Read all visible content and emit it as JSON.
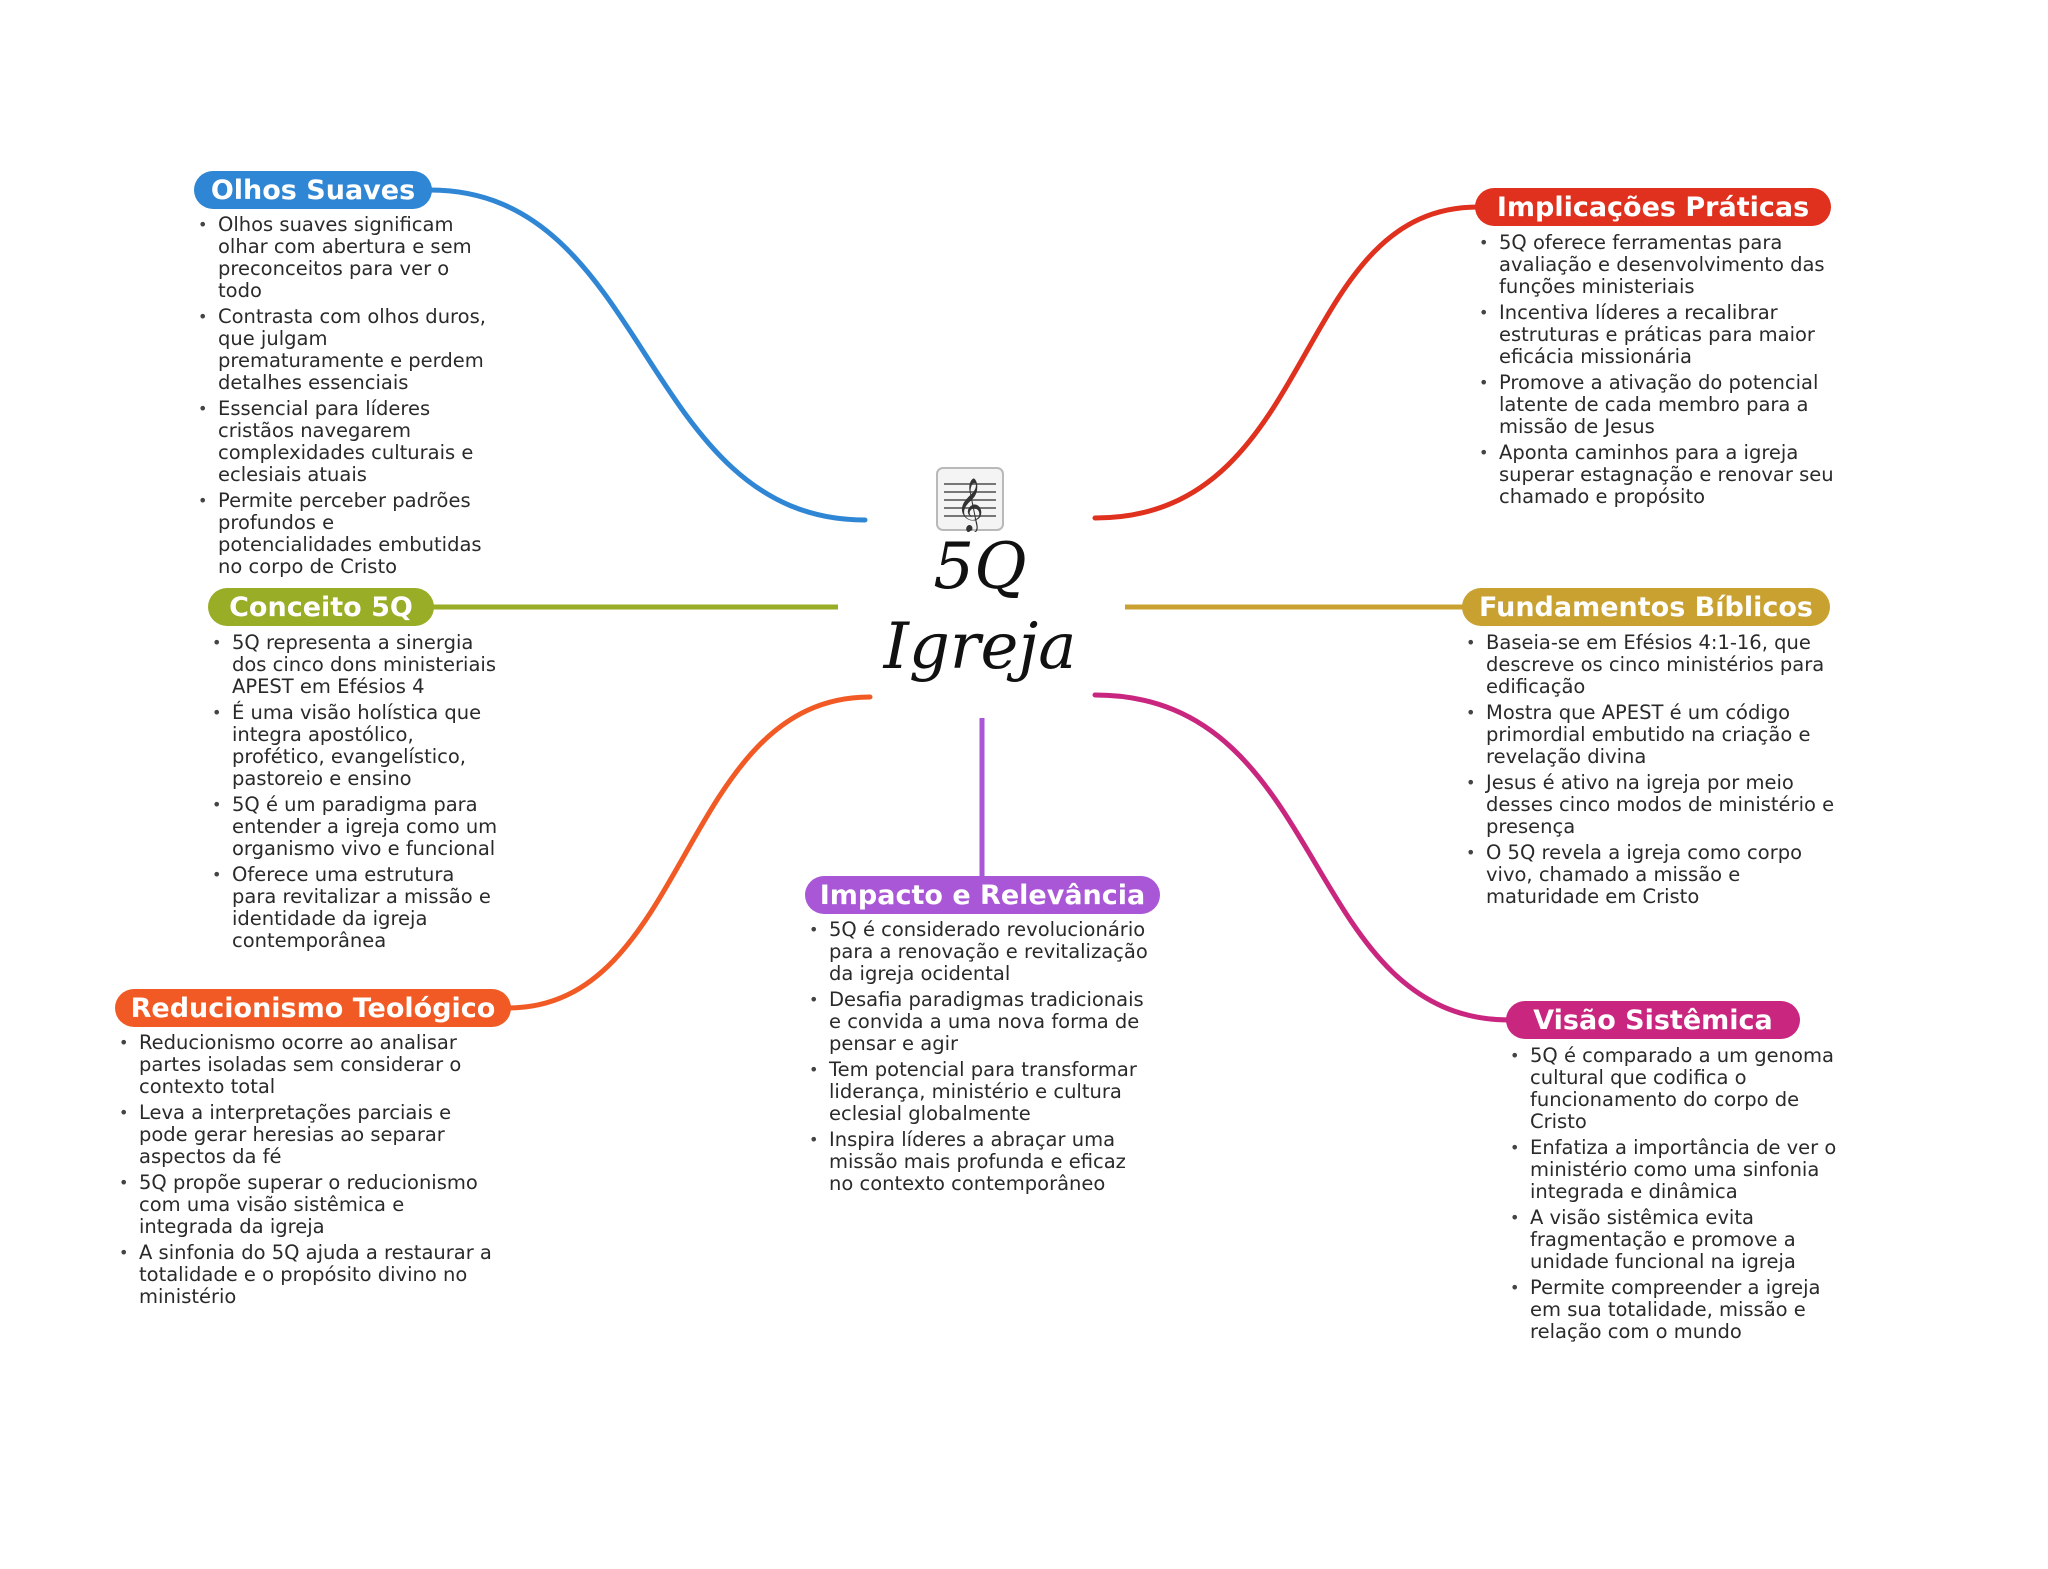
{
  "center": {
    "icon": "sheet-music-treble-clef-icon",
    "line1": "5Q",
    "line2": "Igreja"
  },
  "topics": {
    "olhos": {
      "title": "Olhos Suaves",
      "color": "#2f86d4",
      "items": [
        "Olhos suaves significam olhar com abertura e sem preconceitos para ver o todo",
        "Contrasta com olhos duros, que julgam prematuramente e perdem detalhes essenciais",
        "Essencial para líderes cristãos navegarem complexidades culturais e eclesiais atuais",
        "Permite perceber padrões profundos e potencialidades embutidas no corpo de Cristo"
      ]
    },
    "conceito": {
      "title": "Conceito 5Q",
      "color": "#9aad26",
      "items": [
        "5Q representa a sinergia dos cinco dons ministeriais APEST em Efésios 4",
        "É uma visão holística que integra apostólico, profético, evangelístico, pastoreio e ensino",
        "5Q é um paradigma para entender a igreja como um organismo vivo e funcional",
        "Oferece uma estrutura para revitalizar a missão e identidade da igreja contemporânea"
      ]
    },
    "reducionismo": {
      "title": "Reducionismo Teológico",
      "color": "#f15a24",
      "items": [
        "Reducionismo ocorre ao analisar partes isoladas sem considerar o contexto total",
        "Leva a interpretações parciais e pode gerar heresias ao separar aspectos da fé",
        "5Q propõe superar o reducionismo com uma visão sistêmica e integrada da igreja",
        "A sinfonia do 5Q ajuda a restaurar a totalidade e o propósito divino no ministério"
      ]
    },
    "impacto": {
      "title": "Impacto e Relevância",
      "color": "#a957d6",
      "items": [
        "5Q é considerado revolucionário para a renovação e revitalização da igreja ocidental",
        "Desafia paradigmas tradicionais e convida a uma nova forma de pensar e agir",
        "Tem potencial para transformar liderança, ministério e cultura eclesial globalmente",
        "Inspira líderes a abraçar uma missão mais profunda e eficaz no contexto contemporâneo"
      ]
    },
    "implicacoes": {
      "title": "Implicações Práticas",
      "color": "#e0301e",
      "items": [
        "5Q oferece ferramentas para avaliação e desenvolvimento das funções ministeriais",
        "Incentiva líderes a recalibrar estruturas e práticas para maior eficácia missionária",
        "Promove a ativação do potencial latente de cada membro para a missão de Jesus",
        "Aponta caminhos para a igreja superar estagnação e renovar seu chamado e propósito"
      ]
    },
    "fundamentos": {
      "title": "Fundamentos Bíblicos",
      "color": "#c9a130",
      "items": [
        "Baseia-se em Efésios 4:1-16, que descreve os cinco ministérios para edificação",
        "Mostra que APEST é um código primordial embutido na criação e revelação divina",
        "Jesus é ativo na igreja por meio desses cinco modos de ministério e presença",
        "O 5Q revela a igreja como corpo vivo, chamado a missão e maturidade em Cristo"
      ]
    },
    "visao": {
      "title": "Visão Sistêmica",
      "color": "#c9267f",
      "items": [
        "5Q é comparado a um genoma cultural que codifica o funcionamento do corpo de Cristo",
        "Enfatiza a importância de ver o ministério como uma sinfonia integrada e dinâmica",
        "A visão sistêmica evita fragmentação e promove a unidade funcional na igreja",
        "Permite compreender a igreja em sua totalidade, missão e relação com o mundo"
      ]
    }
  }
}
